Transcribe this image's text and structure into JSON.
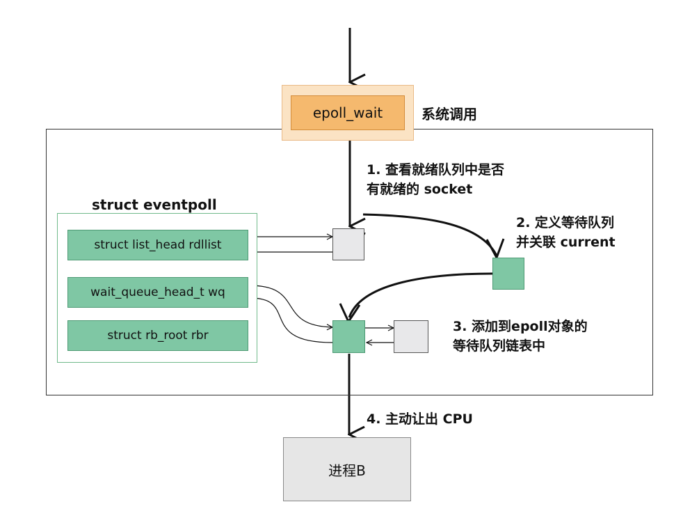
{
  "syscall": {
    "label": "epoll_wait",
    "caption": "系统调用"
  },
  "eventpoll": {
    "title": "struct eventpoll",
    "fields": [
      {
        "label": "struct list_head rdllist"
      },
      {
        "label": "wait_queue_head_t wq"
      },
      {
        "label": "struct rb_root rbr"
      }
    ]
  },
  "steps": {
    "step1": {
      "line1": "1. 查看就绪队列中是否",
      "line2": "有就绪的 socket"
    },
    "step2": {
      "line1": "2. 定义等待队列",
      "line2": "并关联 current"
    },
    "step3": {
      "line1": "3. 添加到epoll对象的",
      "line2": "等待队列链表中"
    },
    "step4": {
      "line1": "4. 主动让出 CPU"
    }
  },
  "process": {
    "label": "进程B"
  },
  "colors": {
    "syscall_fill": "#f5b96e",
    "syscall_halo": "#fbe3c4",
    "field_fill": "#7fc7a4",
    "node_gray": "#e8e8ea",
    "process_fill": "#e6e6e6",
    "struct_border": "#6fb98a"
  }
}
